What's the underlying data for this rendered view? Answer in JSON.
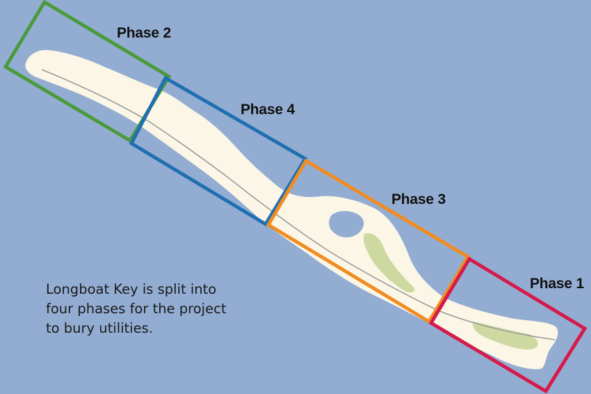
{
  "colors": {
    "water": "#93add2",
    "land": "#fbf6e6",
    "park": "#cdd9a0",
    "road": "#9a9a9a",
    "phase_1": "#d51a4c",
    "phase_2": "#4a9a3c",
    "phase_3": "#f08c22",
    "phase_4": "#1f6fb1"
  },
  "phases": [
    {
      "id": "phase-2",
      "label": "Phase 2"
    },
    {
      "id": "phase-4",
      "label": "Phase 4"
    },
    {
      "id": "phase-3",
      "label": "Phase 3"
    },
    {
      "id": "phase-1",
      "label": "Phase 1"
    }
  ],
  "caption": {
    "line_1": "Longboat Key is split into",
    "line_2": "four phases for the project",
    "line_3": "to bury utilities."
  }
}
